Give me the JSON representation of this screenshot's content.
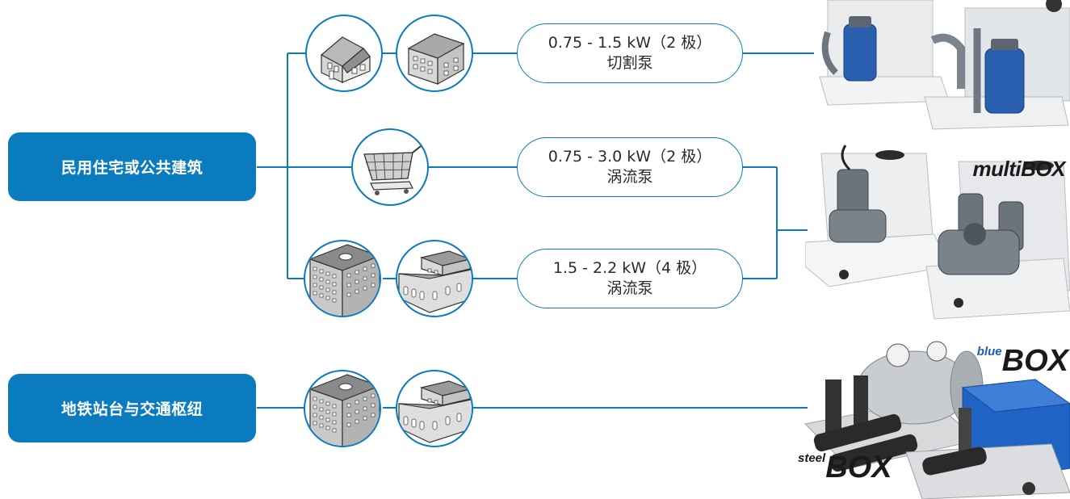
{
  "categories": [
    {
      "label": "民用住宅或公共建筑"
    },
    {
      "label": "地铁站台与交通枢纽"
    }
  ],
  "pumps": [
    {
      "spec": "0.75 - 1.5 kW（2 极）",
      "type": "切割泵"
    },
    {
      "spec": "0.75 - 3.0 kW（2 极）",
      "type": "涡流泵"
    },
    {
      "spec": "1.5 - 2.2 kW（4 极）",
      "type": "涡流泵"
    }
  ],
  "products": {
    "multibox_logo": "multiBOX",
    "bluebox_prefix": "blue",
    "bluebox_main": "BOX",
    "steelbox_prefix": "steel",
    "steelbox_main": "BOX"
  },
  "colors": {
    "accent": "#0a7bbf",
    "pump_blue": "#2a5fb0",
    "tank_white": "#eceef0",
    "tank_blue": "#1f63c4"
  },
  "icons": [
    "house-icon",
    "townhouse-icon",
    "shopping-cart-icon",
    "office-building-icon",
    "station-building-icon"
  ]
}
